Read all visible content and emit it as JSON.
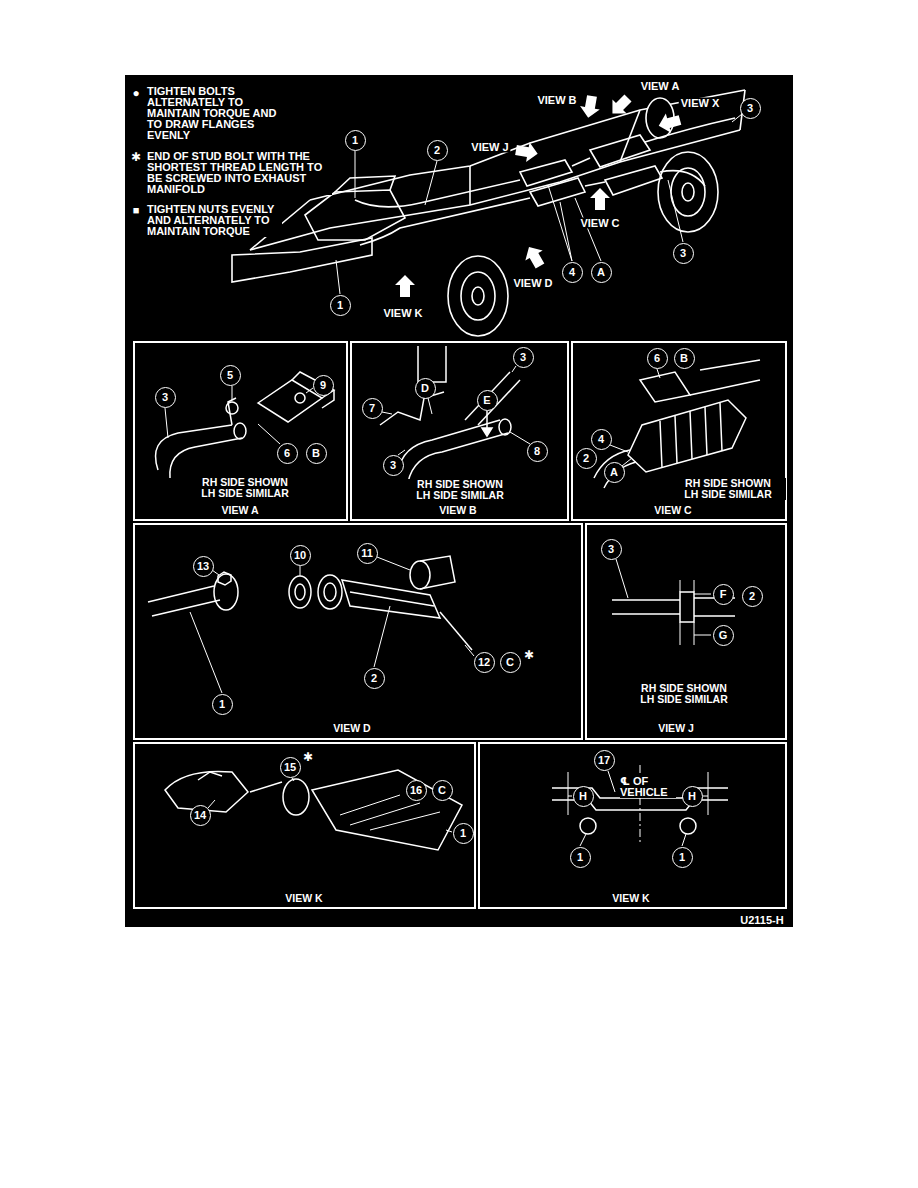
{
  "diagram": {
    "nodes": [
      {
        "text": [
          "1"
        ]
      },
      {
        "text": [
          "2"
        ]
      },
      {
        "text": [
          "3"
        ]
      },
      {
        "text": [
          "3"
        ]
      },
      {
        "text": [
          "4"
        ]
      },
      {
        "text": [
          "A"
        ]
      },
      {
        "text": [
          "1"
        ]
      },
      {
        "text": [
          "RH SIDE SHOWN LH SIDE SIMILAR",
          "VIEW A"
        ]
      },
      {
        "text": [
          "3"
        ],
        "in": 7
      },
      {
        "text": [
          "5"
        ],
        "in": 7
      },
      {
        "text": [
          "9"
        ],
        "in": 7
      },
      {
        "text": [
          "6"
        ],
        "in": 7
      },
      {
        "text": [
          "B"
        ],
        "in": 7
      },
      {
        "text": [
          "RH SIDE SHOWN LH SIDE SIMILAR",
          "VIEW B"
        ]
      },
      {
        "text": [
          "3"
        ],
        "in": 13
      },
      {
        "text": [
          "D"
        ],
        "in": 13
      },
      {
        "text": [
          "E"
        ],
        "in": 13
      },
      {
        "text": [
          "7"
        ],
        "in": 13
      },
      {
        "text": [
          "8"
        ],
        "in": 13
      },
      {
        "text": [
          "3"
        ],
        "in": 13
      },
      {
        "text": [
          "RH SIDE SHOWN LH SIDE SIMILAR",
          "VIEW C"
        ]
      },
      {
        "text": [
          "6"
        ],
        "in": 20
      },
      {
        "text": [
          "B"
        ],
        "in": 20
      },
      {
        "text": [
          "4"
        ],
        "in": 20
      },
      {
        "text": [
          "A"
        ],
        "in": 20
      },
      {
        "text": [
          "2"
        ],
        "in": 20
      },
      {
        "text": [
          "VIEW D"
        ]
      },
      {
        "text": [
          "13"
        ],
        "in": 26
      },
      {
        "text": [
          "10"
        ],
        "in": 26
      },
      {
        "text": [
          "11"
        ],
        "in": 26
      },
      {
        "text": [
          "1"
        ],
        "in": 26
      },
      {
        "text": [
          "2"
        ],
        "in": 26
      },
      {
        "text": [
          "12"
        ],
        "in": 26
      },
      {
        "text": [
          "C"
        ],
        "in": 26
      },
      {
        "text": [
          "RH SIDE SHOWN LH SIDE SIMILAR",
          "VIEW J"
        ]
      },
      {
        "text": [
          "3"
        ],
        "in": 34
      },
      {
        "text": [
          "F"
        ],
        "in": 34
      },
      {
        "text": [
          "2"
        ],
        "in": 34
      },
      {
        "text": [
          "G"
        ],
        "in": 34
      },
      {
        "text": [
          "VIEW K"
        ]
      },
      {
        "text": [
          "15"
        ],
        "in": 39
      },
      {
        "text": [
          "16"
        ],
        "in": 39
      },
      {
        "text": [
          "C"
        ],
        "in": 39
      },
      {
        "text": [
          "14"
        ],
        "in": 39
      },
      {
        "text": [
          "1"
        ],
        "in": 39
      },
      {
        "text": [
          "VIEW K"
        ]
      },
      {
        "text": [
          "17"
        ],
        "in": 45
      },
      {
        "text": [
          "H"
        ],
        "in": 45
      },
      {
        "text": [
          "H"
        ],
        "in": 45
      },
      {
        "text": [
          "1"
        ],
        "in": 45
      },
      {
        "text": [
          "1"
        ],
        "in": 45
      }
    ],
    "labels": [
      "●",
      "TIGHTEN BOLTS ALTERNATELY TO MAINTAIN TORQUE AND TO DRAW FLANGES EVENLY",
      "✱",
      "END OF STUD BOLT WITH THE SHORTEST THREAD LENGTH TO BE SCREWED INTO EXHAUST MANIFOLD",
      "■",
      "TIGHTEN NUTS EVENLY AND ALTERNATELY TO MAINTAIN TORQUE",
      "VIEW A",
      "VIEW B",
      "VIEW X",
      "VIEW J",
      "VIEW C",
      "VIEW D",
      "VIEW K",
      "✱",
      "✱",
      "℄ OF VEHICLE",
      "U2115-H"
    ]
  }
}
